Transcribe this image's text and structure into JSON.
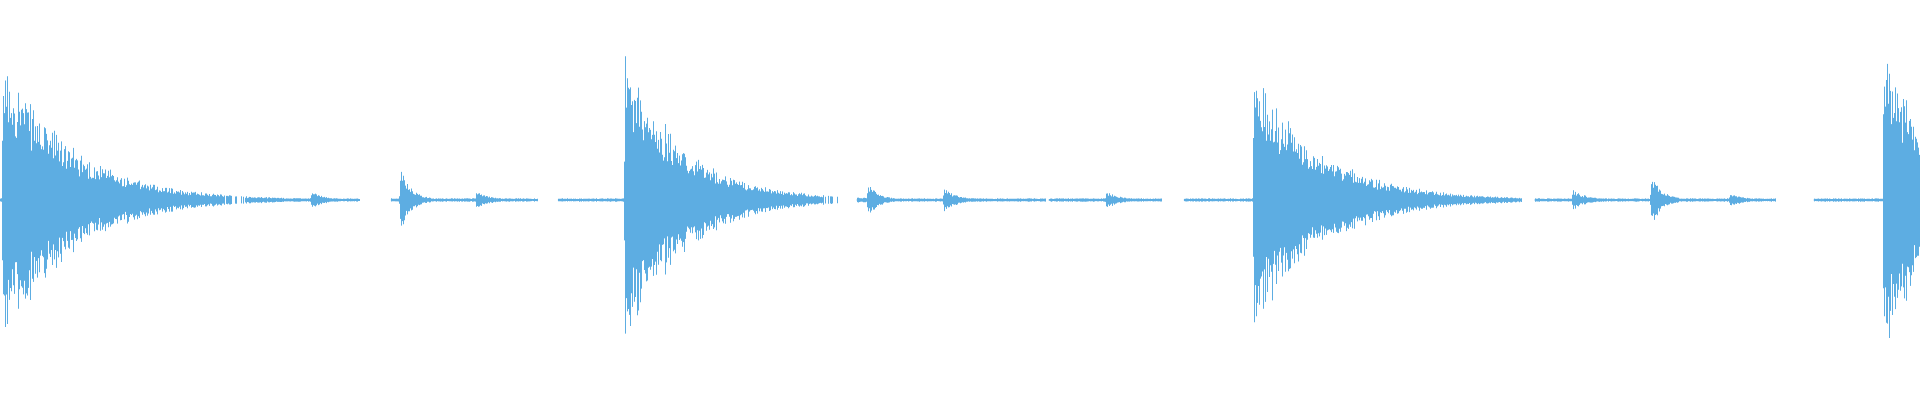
{
  "waveform": {
    "color": "#5dade2",
    "background": "#ffffff",
    "hits": [
      {
        "t": 0.0015,
        "amp": 0.86,
        "decay": 0.035
      },
      {
        "t": 0.086,
        "amp": 0.04,
        "decay": 0.006
      },
      {
        "t": 0.162,
        "amp": 0.05,
        "decay": 0.008
      },
      {
        "t": 0.2085,
        "amp": 0.18,
        "decay": 0.006
      },
      {
        "t": 0.248,
        "amp": 0.05,
        "decay": 0.008
      },
      {
        "t": 0.3255,
        "amp": 0.87,
        "decay": 0.03
      },
      {
        "t": 0.4135,
        "amp": 0.03,
        "decay": 0.006
      },
      {
        "t": 0.452,
        "amp": 0.1,
        "decay": 0.006
      },
      {
        "t": 0.4915,
        "amp": 0.07,
        "decay": 0.008
      },
      {
        "t": 0.576,
        "amp": 0.05,
        "decay": 0.008
      },
      {
        "t": 0.653,
        "amp": 0.76,
        "decay": 0.035
      },
      {
        "t": 0.74,
        "amp": 0.05,
        "decay": 0.008
      },
      {
        "t": 0.819,
        "amp": 0.06,
        "decay": 0.008
      },
      {
        "t": 0.86,
        "amp": 0.15,
        "decay": 0.006
      },
      {
        "t": 0.901,
        "amp": 0.04,
        "decay": 0.008
      },
      {
        "t": 0.981,
        "amp": 0.88,
        "decay": 0.03
      }
    ],
    "gaps": [
      [
        0.1055,
        0.1275
      ],
      [
        0.1875,
        0.2035
      ],
      [
        0.28,
        0.2905
      ],
      [
        0.399,
        0.408
      ],
      [
        0.429,
        0.446
      ],
      [
        0.5445,
        0.546
      ],
      [
        0.605,
        0.6165
      ],
      [
        0.7925,
        0.799
      ],
      [
        0.925,
        0.9445
      ]
    ]
  }
}
